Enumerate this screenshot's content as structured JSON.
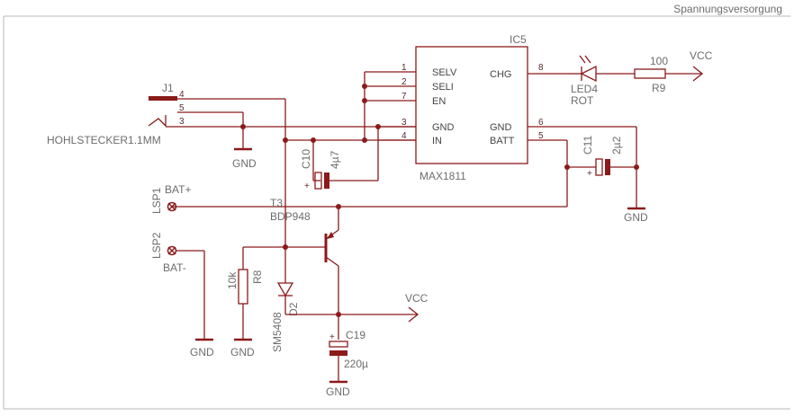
{
  "sheet_title": "Spannungsversorgung",
  "ic": {
    "ref": "IC5",
    "part": "MAX1811",
    "left_pins": [
      {
        "num": "1",
        "name": "SELV"
      },
      {
        "num": "2",
        "name": "SELI"
      },
      {
        "num": "7",
        "name": "EN"
      },
      {
        "num": "3",
        "name": "GND"
      },
      {
        "num": "4",
        "name": "IN"
      }
    ],
    "right_pins": [
      {
        "num": "8",
        "name": "CHG"
      },
      {
        "num": "6",
        "name": "GND"
      },
      {
        "num": "5",
        "name": "BATT"
      }
    ]
  },
  "j1": {
    "ref": "J1",
    "value": "HOHLSTECKER1.1MM",
    "pins": [
      "4",
      "5",
      "3"
    ]
  },
  "led4": {
    "ref": "LED4",
    "value": "ROT"
  },
  "r9": {
    "ref": "R9",
    "value": "100"
  },
  "r8": {
    "ref": "R8",
    "value": "10k"
  },
  "c10": {
    "ref": "C10",
    "value": "4µ7"
  },
  "c11": {
    "ref": "C11",
    "value": "2µ2"
  },
  "c19": {
    "ref": "C19",
    "value": "220µ"
  },
  "t3": {
    "ref": "T3",
    "value": "BDP948"
  },
  "d2": {
    "ref": "D2",
    "value": "SM5408"
  },
  "lsp1": {
    "ref": "LSP1",
    "label": "BAT+"
  },
  "lsp2": {
    "ref": "LSP2",
    "label": "BAT-"
  },
  "nets": {
    "vcc1": "VCC",
    "vcc2": "VCC",
    "gnd_j1": "GND",
    "gnd_c11": "GND",
    "gnd_lsp2": "GND",
    "gnd_r8": "GND",
    "gnd_c19": "GND"
  },
  "colors": {
    "wire": "#8b1a1a",
    "text": "#6d6d6d"
  }
}
